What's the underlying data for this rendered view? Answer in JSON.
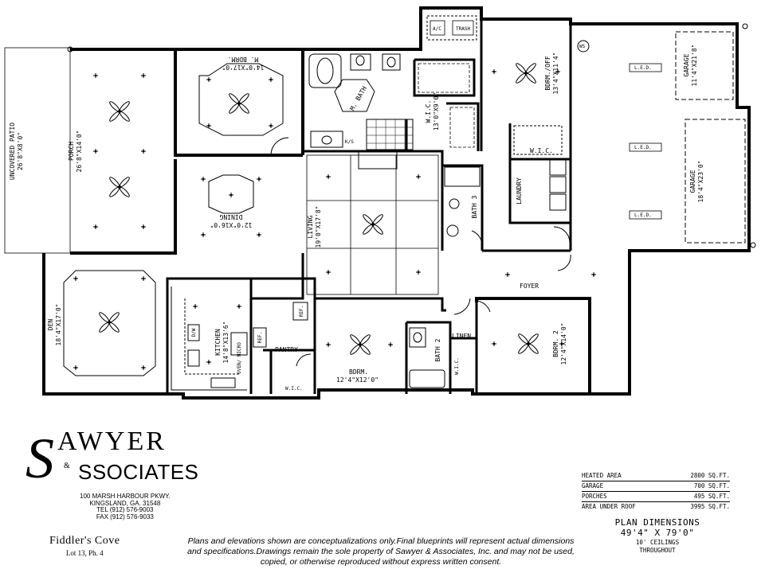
{
  "rooms": {
    "patio": "UNCOVERED PATIO",
    "patio_dim": "26'8\"X8'0\"",
    "porch": "PORCH",
    "porch_dim": "26'8\"X14'0\"",
    "master": "M. BDRM.",
    "master_dim": "14'0\"X17'0\"",
    "mbath": "M. BATH",
    "wic_master": "W.I.C.",
    "wic_master_dim": "13'0\"X9'0\"",
    "bdrm_off": "BDRM./OFF",
    "bdrm_off_dim": "13'4\"X11'4\"",
    "garage1": "GARAGE",
    "garage1_dim": "11'4\"X21'8\"",
    "garage2": "GARAGE",
    "garage2_dim": "18'4\"X23'0\"",
    "dining": "DINING",
    "dining_dim": "12'0\"X16'0\"",
    "living": "LIVING",
    "living_dim": "19'0\"X17'8\"",
    "bath3": "BATH 3",
    "laundry": "LAUNDRY",
    "wic_small": "W.I.C.",
    "den": "DEN",
    "den_dim": "18'4\"X17'0\"",
    "kitchen": "KITCHEN",
    "kitchen_dim": "14'8\"X13'6\"",
    "pantry": "PANTRY",
    "ref": "REF.",
    "dw": "D/W",
    "oven": "OVEN/ MICRO",
    "ks": "K/S",
    "ac": "A/C",
    "trash": "TRASH",
    "foyer": "FOYER",
    "bdrm": "BDRM.",
    "bdrm_dim": "12'4\"X12'0\"",
    "wic_bdrm": "W.I.C.",
    "bath2": "BATH 2",
    "linen": "LINEN",
    "wic_bdrm2": "W.I.C.",
    "bdrm2": "BDRM. 2",
    "bdrm2_dim": "12'4\"X14'0\"",
    "led1": "L.E.D.",
    "led2": "L.E.D.",
    "led3": "L.E.D."
  },
  "company": {
    "name_line1": "AWYER",
    "name_line2": "SSOCIATES",
    "big_s": "S",
    "amp": "&",
    "address1": "100 MARSH HARBOUR PKWY.",
    "address2": "KINGSLAND, GA. 31548",
    "tel": "TEL (912) 576-9003",
    "fax": "FAX (912) 576-9033"
  },
  "project": {
    "name": "Fiddler's Cove",
    "lot": "Lot 13, Ph. 4"
  },
  "disclaimer": "Plans and elevations shown are conceptualizations only.Final blueprints will represent actual dimensions and specifications.Drawings remain the sole property of Sawyer & Associates, Inc. and may not be used, copied, or otherwise reproduced without express written consent.",
  "areas": [
    {
      "label": "HEATED AREA",
      "value": "2800 SQ.FT."
    },
    {
      "label": "GARAGE",
      "value": "700 SQ.FT."
    },
    {
      "label": "PORCHES",
      "value": "495 SQ.FT."
    },
    {
      "label": "AREA UNDER ROOF",
      "value": "3995 SQ.FT."
    }
  ],
  "plan_dims": {
    "title": "PLAN DIMENSIONS",
    "value": "49'4\" X 79'0\"",
    "ceilings1": "10' CEILINGS",
    "ceilings2": "THROUGHOUT"
  },
  "ws": "WS"
}
